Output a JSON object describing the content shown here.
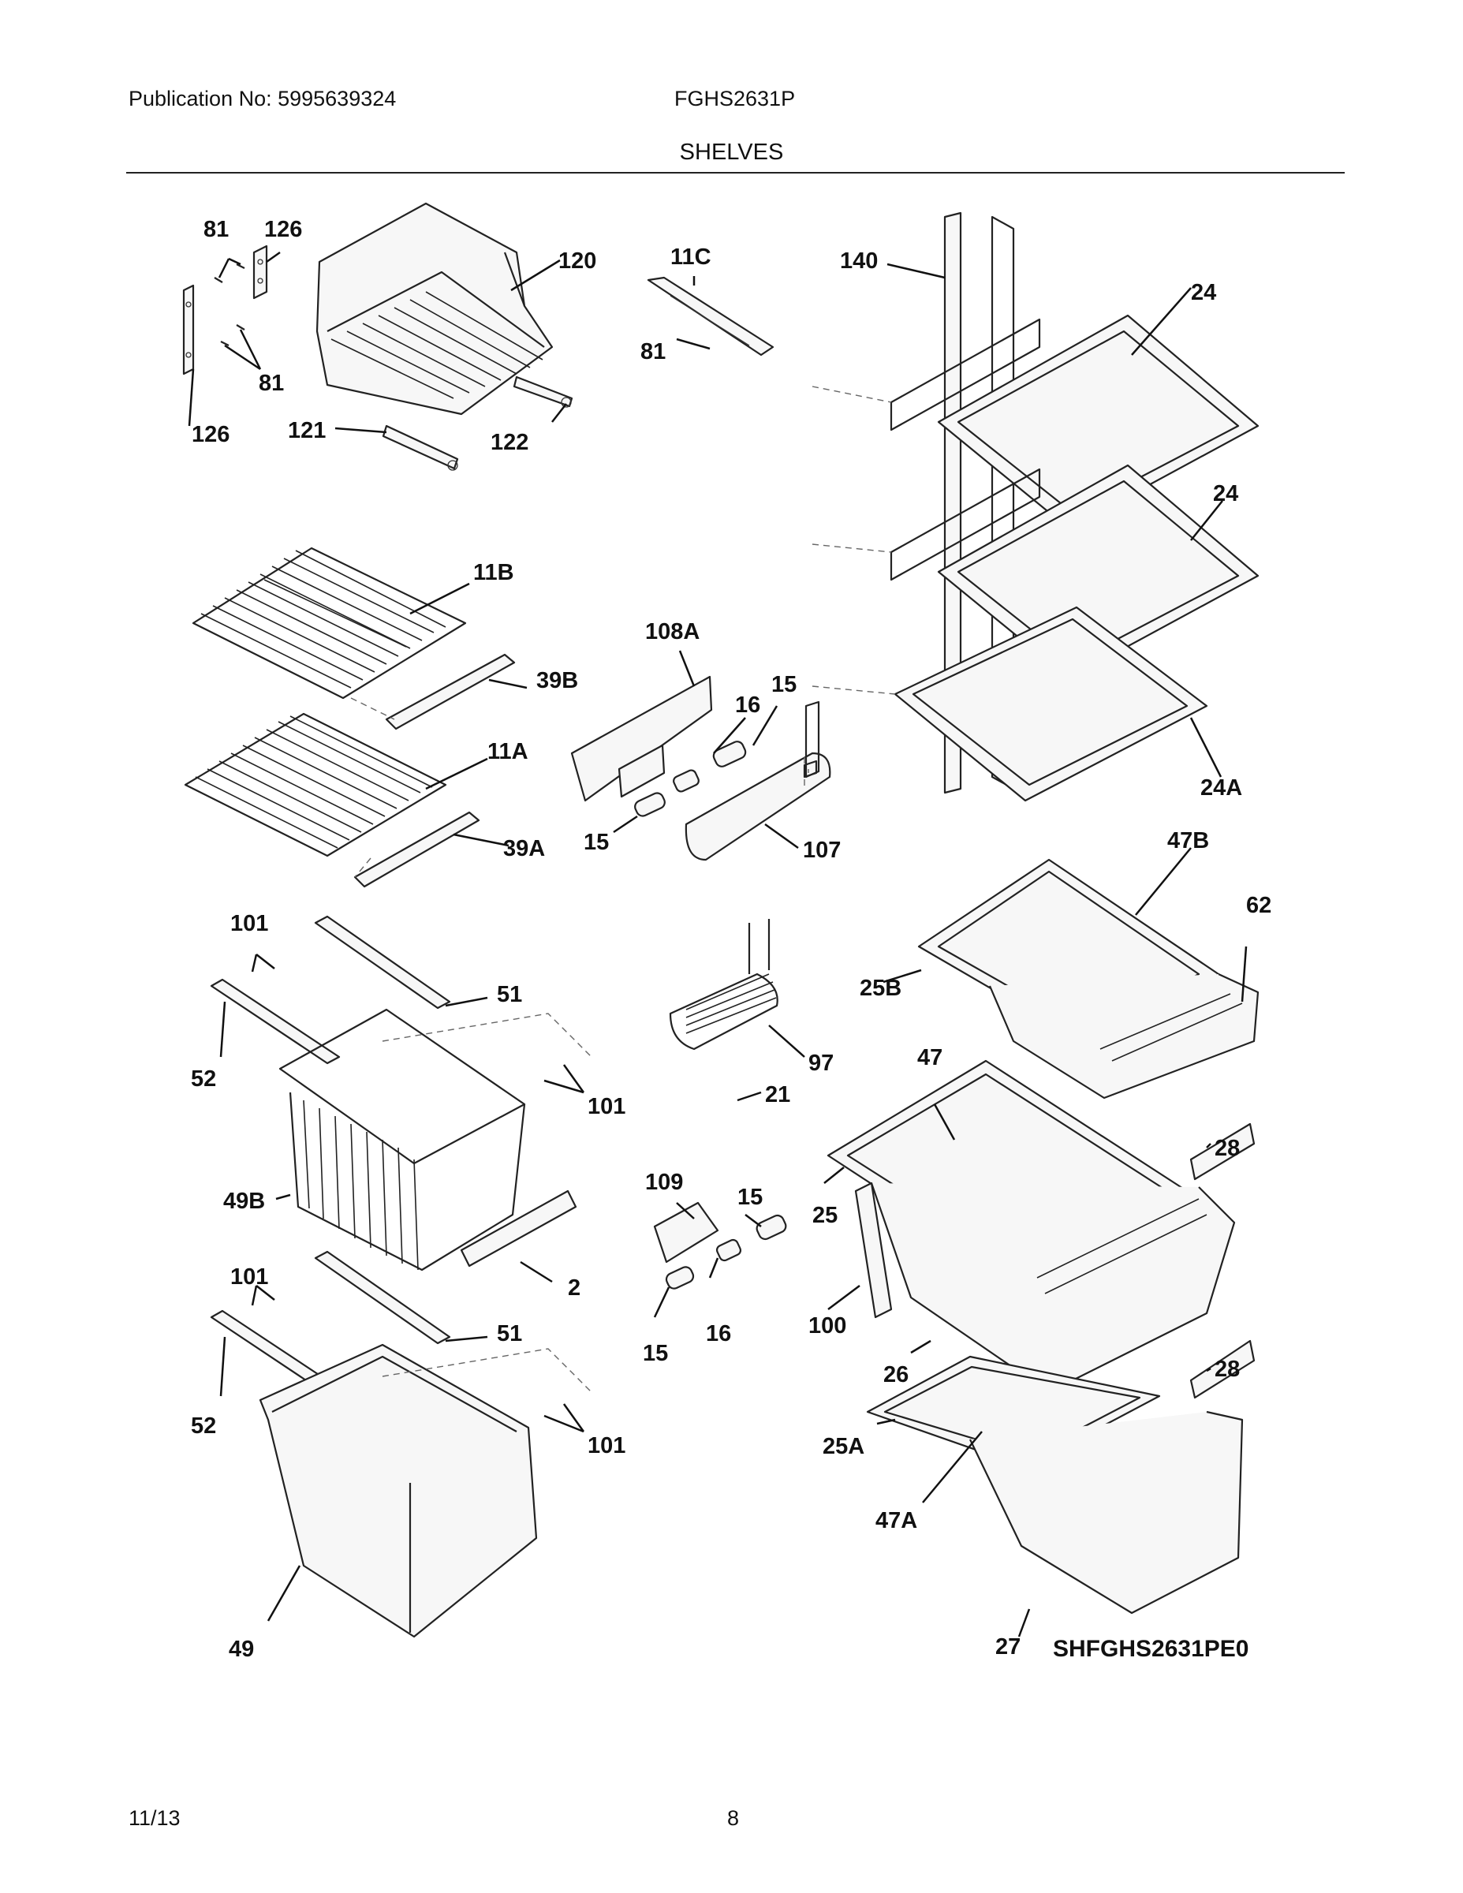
{
  "header": {
    "publication": "Publication No: 5995639324",
    "model": "FGHS2631P",
    "section": "SHELVES"
  },
  "footer": {
    "date": "11/13",
    "page": "8"
  },
  "diagram": {
    "code": "SHFGHS2631PE0",
    "callouts": {
      "c81a": "81",
      "c126a": "126",
      "c120": "120",
      "c11C": "11C",
      "c140": "140",
      "c24a": "24",
      "c81b": "81",
      "c81c": "81",
      "c126b": "126",
      "c121": "121",
      "c122": "122",
      "c24b": "24",
      "c11B": "11B",
      "c39B": "39B",
      "c108A": "108A",
      "c16a": "16",
      "c15a": "15",
      "c11A": "11A",
      "c39A": "39A",
      "c15b": "15",
      "c107": "107",
      "c24A": "24A",
      "c47B": "47B",
      "c62": "62",
      "c101a": "101",
      "c51a": "51",
      "c25B": "25B",
      "c52a": "52",
      "c97": "97",
      "c101b": "101",
      "c21": "21",
      "c47": "47",
      "c49B": "49B",
      "c2": "2",
      "c109": "109",
      "c15c": "15",
      "c28a": "28",
      "c25": "25",
      "c101c": "101",
      "c16b": "16",
      "c100": "100",
      "c15d": "15",
      "c51b": "51",
      "c26": "26",
      "c28b": "28",
      "c52b": "52",
      "c101d": "101",
      "c25A": "25A",
      "c47A": "47A",
      "c49": "49",
      "c27": "27"
    }
  }
}
